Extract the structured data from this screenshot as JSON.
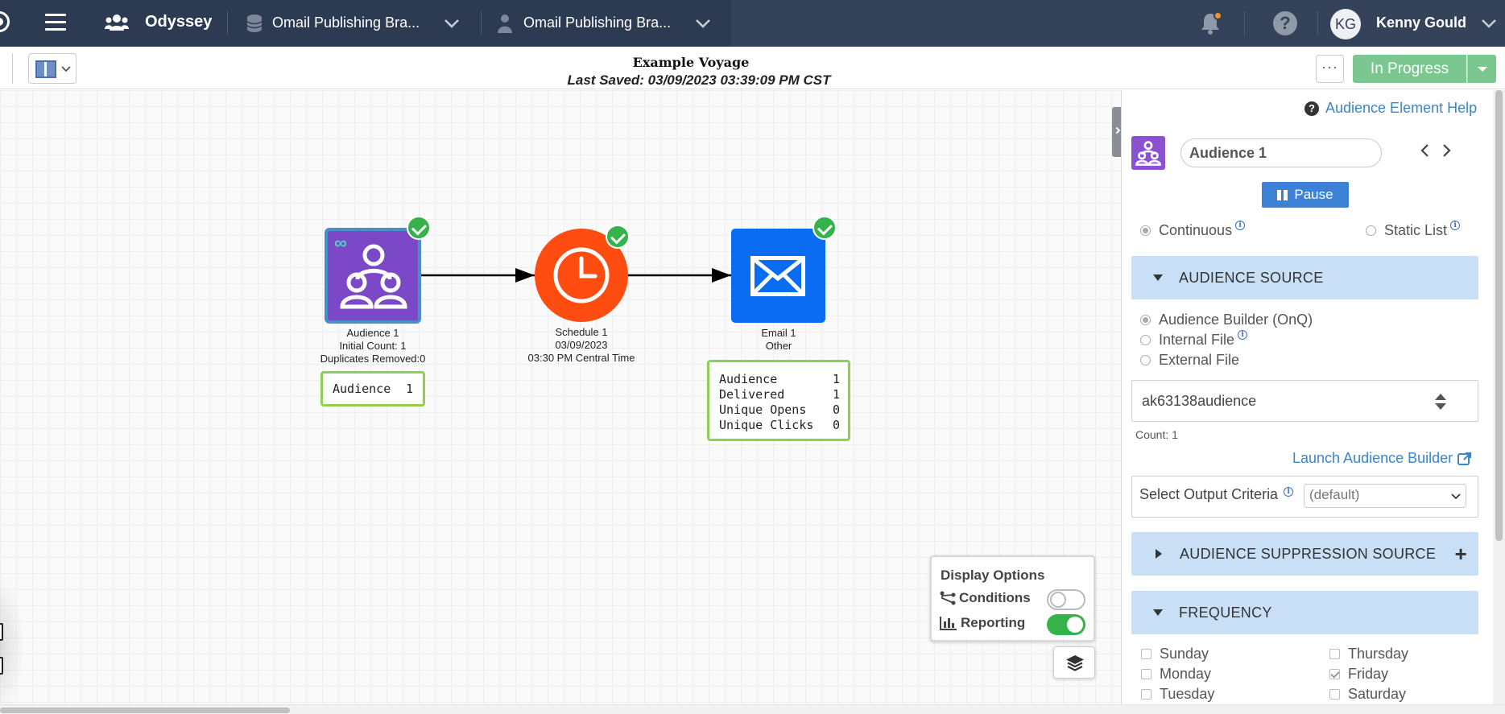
{
  "navbar": {
    "app_name": "Odyssey",
    "org_selector": "Omail Publishing Bra...",
    "account_selector": "Omail Publishing Bra...",
    "user_initials": "KG",
    "user_name": "Kenny Gould",
    "help_glyph": "?",
    "colors": {
      "bar": "#34425a",
      "bar_left": "#2c3a52",
      "notification_dot": "#f7941d"
    }
  },
  "toolbar": {
    "title": "Example Voyage",
    "last_saved": "Last Saved: 03/09/2023 03:39:09 PM CST",
    "more_label": "···",
    "status_label": "In Progress",
    "status_color": "#7ac88f"
  },
  "canvas": {
    "nodes": {
      "audience": {
        "icon": "audience-icon",
        "color": "#7b48c8",
        "infinity": "∞",
        "label_lines": [
          "Audience 1",
          "Initial Count: 1",
          "Duplicates Removed:0"
        ],
        "stats": [
          {
            "label": "Audience",
            "value": "1"
          }
        ]
      },
      "schedule": {
        "icon": "clock-icon",
        "color": "#ff4d12",
        "label_lines": [
          "Schedule 1",
          "03/09/2023",
          "03:30 PM Central Time"
        ]
      },
      "email": {
        "icon": "envelope-icon",
        "color": "#0a6cf0",
        "label_lines": [
          "Email 1",
          "Other"
        ],
        "stats": [
          {
            "label": "Audience",
            "value": "1"
          },
          {
            "label": "Delivered",
            "value": "1"
          },
          {
            "label": "Unique Opens",
            "value": "0"
          },
          {
            "label": "Unique Clicks",
            "value": "0"
          }
        ]
      }
    },
    "display_options": {
      "title": "Display Options",
      "conditions_label": "Conditions",
      "conditions_on": false,
      "reporting_label": "Reporting",
      "reporting_on": true
    }
  },
  "panel": {
    "help_link": "Audience Element Help",
    "help_glyph": "?",
    "element_name": "Audience 1",
    "pause_label": "Pause",
    "mode_options": [
      {
        "label": "Continuous",
        "selected": true
      },
      {
        "label": "Static List",
        "selected": false
      }
    ],
    "audience_source": {
      "header": "AUDIENCE SOURCE",
      "options": [
        {
          "label": "Audience Builder (OnQ)",
          "selected": true
        },
        {
          "label": "Internal File",
          "selected": false
        },
        {
          "label": "External File",
          "selected": false
        }
      ],
      "selected_audience": "ak63138audience",
      "count": "Count: 1",
      "launch_link": "Launch Audience Builder",
      "output_criteria_label": "Select Output Criteria",
      "output_criteria_value": "(default)"
    },
    "suppression": {
      "header": "AUDIENCE SUPPRESSION SOURCE",
      "add_glyph": "+"
    },
    "frequency": {
      "header": "FREQUENCY",
      "days": [
        {
          "label": "Sunday",
          "checked": false
        },
        {
          "label": "Monday",
          "checked": false
        },
        {
          "label": "Tuesday",
          "checked": false
        },
        {
          "label": "Thursday",
          "checked": false
        },
        {
          "label": "Friday",
          "checked": true
        },
        {
          "label": "Saturday",
          "checked": false
        }
      ]
    }
  }
}
